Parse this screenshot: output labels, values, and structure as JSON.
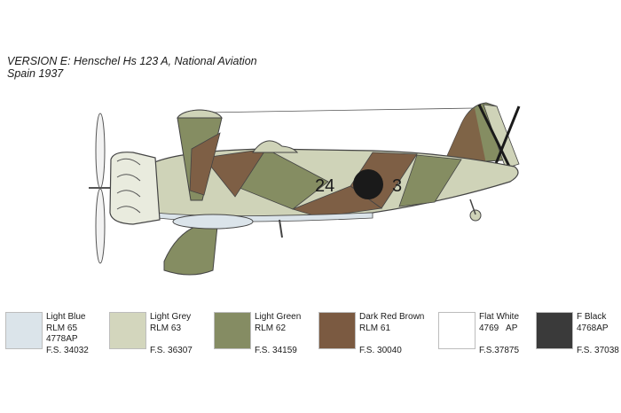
{
  "header": {
    "line1": "VERSION E: Henschel Hs 123 A, National Aviation",
    "line2": "Spain 1937"
  },
  "aircraft": {
    "code_left": "24",
    "code_right": "3",
    "camouflage_colors": {
      "light_grey": "#cfd3b8",
      "light_green": "#858d62",
      "dark_red_brown": "#7e5f45",
      "light_blue": "#dbe4ea",
      "black": "#1a1a1a"
    }
  },
  "swatches": [
    {
      "name": "Light Blue",
      "line2": "RLM 65",
      "line3": "4778AP",
      "line4": "F.S. 34032",
      "color": "#dbe4ea"
    },
    {
      "name": "Light Grey",
      "line2": "RLM 63",
      "line3": "",
      "line4": "F.S. 36307",
      "color": "#d3d6bd"
    },
    {
      "name": "Light Green",
      "line2": "RLM 62",
      "line3": "",
      "line4": "F.S. 34159",
      "color": "#858c63"
    },
    {
      "name": "Dark Red Brown",
      "line2": "RLM 61",
      "line3": "",
      "line4": "F.S. 30040",
      "color": "#7b5a41"
    },
    {
      "name": "Flat White",
      "line2": "4769   AP",
      "line3": "",
      "line4": "F.S.37875",
      "color": "#ffffff"
    },
    {
      "name": "F Black",
      "line2": "4768AP",
      "line3": "",
      "line4": "F.S. 37038",
      "color": "#3a3a3a"
    }
  ]
}
